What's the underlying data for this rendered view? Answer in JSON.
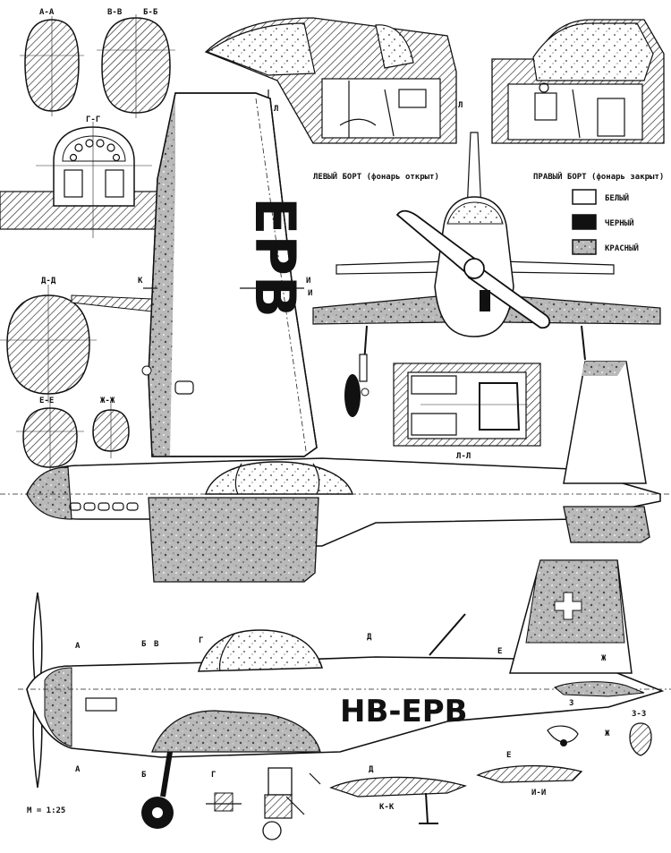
{
  "sections": {
    "aa": "А-А",
    "vv_bb": "В-В",
    "bb": "Б-Б",
    "gg": "Г-Г",
    "dd": "Д-Д",
    "ee": "Е-Е",
    "zhzh": "Ж-Ж",
    "ll": "Л-Л",
    "kk": "К-К",
    "ii": "И-И",
    "zz": "З-З"
  },
  "cockpit_views": {
    "left": "ЛЕВЫЙ БОРТ (фонарь открыт)",
    "right": "ПРАВЫЙ БОРТ (фонарь закрыт)"
  },
  "legend": {
    "items": [
      {
        "label": "БЕЛЫЙ",
        "color": "#ffffff"
      },
      {
        "label": "ЧЕРНЫЙ",
        "color": "#111111"
      },
      {
        "label": "КРАСНЫЙ",
        "color": "#9a9a9a"
      }
    ]
  },
  "markings": {
    "wing_code": "EPB",
    "registration": "HB-EPB"
  },
  "scale": "М = 1:25",
  "station_letters": [
    "А",
    "Б",
    "В",
    "Г",
    "Д",
    "Е",
    "Ж",
    "З",
    "И",
    "К",
    "Л"
  ]
}
